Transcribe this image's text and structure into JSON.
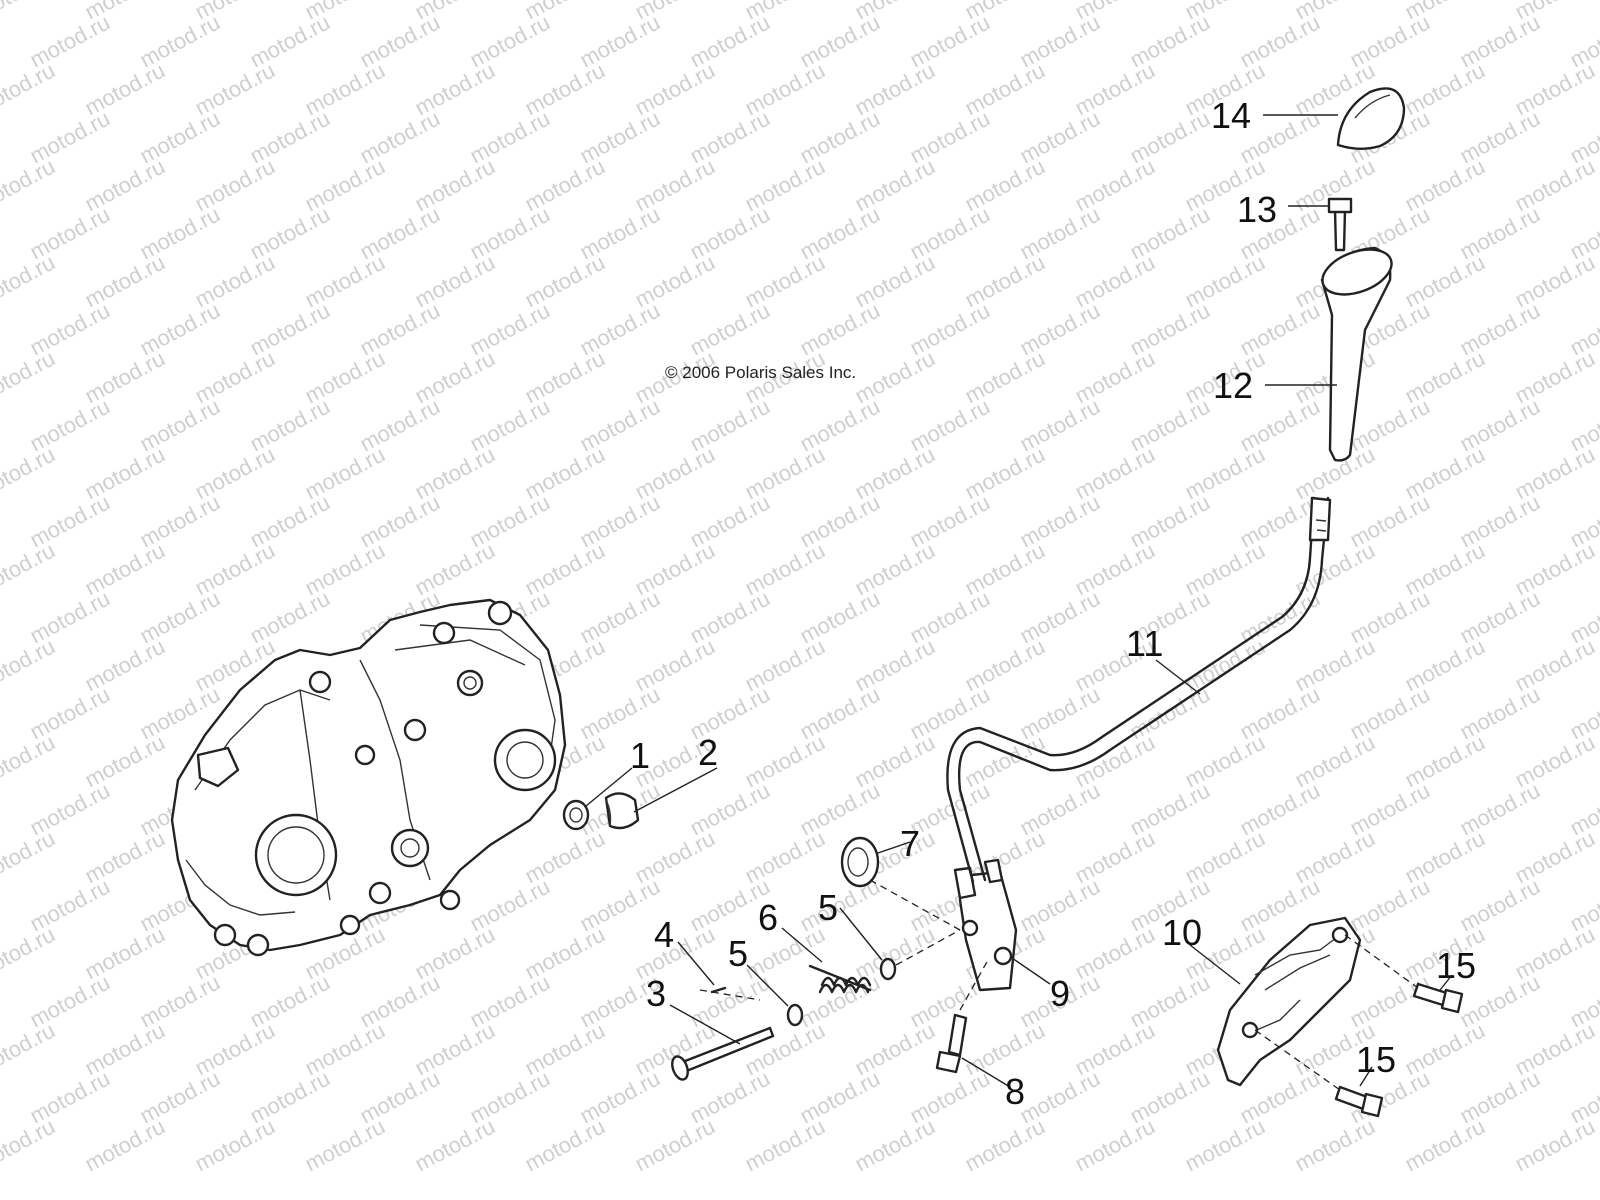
{
  "copyright": "© 2006 Polaris Sales Inc.",
  "watermark": "motod.ru",
  "callouts": [
    {
      "id": "c1",
      "text": "1"
    },
    {
      "id": "c2",
      "text": "2"
    },
    {
      "id": "c3",
      "text": "3"
    },
    {
      "id": "c4",
      "text": "4"
    },
    {
      "id": "c5a",
      "text": "5"
    },
    {
      "id": "c5b",
      "text": "5"
    },
    {
      "id": "c6",
      "text": "6"
    },
    {
      "id": "c7",
      "text": "7"
    },
    {
      "id": "c8",
      "text": "8"
    },
    {
      "id": "c9",
      "text": "9"
    },
    {
      "id": "c10",
      "text": "10"
    },
    {
      "id": "c11",
      "text": "11"
    },
    {
      "id": "c12",
      "text": "12"
    },
    {
      "id": "c13",
      "text": "13"
    },
    {
      "id": "c14",
      "text": "14"
    },
    {
      "id": "c15a",
      "text": "15"
    },
    {
      "id": "c15b",
      "text": "15"
    }
  ]
}
